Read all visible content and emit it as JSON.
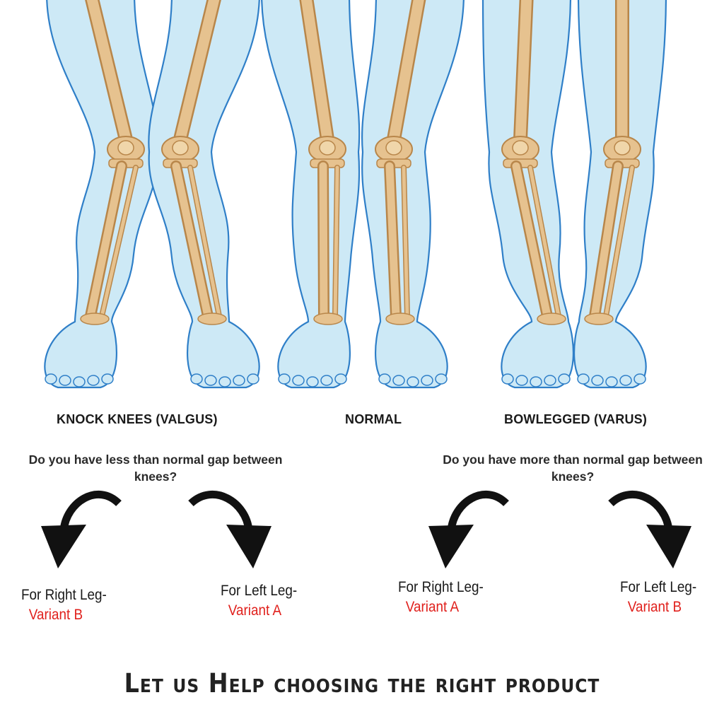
{
  "colors": {
    "skin": "#cde9f6",
    "skin_outline": "#2f7fc8",
    "bone": "#e6c28f",
    "bone_shade": "#b8864a",
    "arrow": "#111111",
    "variant_red": "#e0201c",
    "text": "#1a1a1a"
  },
  "conditions": [
    {
      "id": "valgus",
      "label": "KNOCK KNEES (VALGUS)"
    },
    {
      "id": "normal",
      "label": "NORMAL"
    },
    {
      "id": "varus",
      "label": "BOWLEGGED (VARUS)"
    }
  ],
  "questions": {
    "valgus": "Do you have less than normal gap between knees?",
    "varus": "Do you have more than normal gap between knees?"
  },
  "choices": [
    {
      "side": "For Right Leg-",
      "variant": "Variant B",
      "arrow": "curved-arrow-down-left-icon"
    },
    {
      "side": "For Left Leg-",
      "variant": "Variant A",
      "arrow": "curved-arrow-down-right-icon"
    },
    {
      "side": "For Right Leg-",
      "variant": "Variant A",
      "arrow": "curved-arrow-down-left-icon"
    },
    {
      "side": "For Left Leg-",
      "variant": "Variant B",
      "arrow": "curved-arrow-down-right-icon"
    }
  ],
  "tagline": "Let us Help choosing the right product"
}
